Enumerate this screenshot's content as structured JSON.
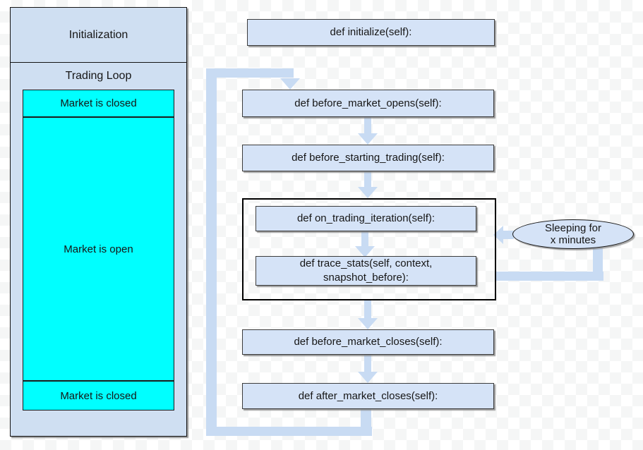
{
  "panel": {
    "title": "Initialization",
    "section_title": "Trading Loop",
    "states": [
      {
        "label": "Market is closed"
      },
      {
        "label": "Market is open"
      },
      {
        "label": "Market is closed"
      }
    ]
  },
  "flow": {
    "initialize_label": "def initialize(self):",
    "before_market_opens_label": "def before_market_opens(self):",
    "before_starting_trading_label": "def before_starting_trading(self):",
    "on_trading_iteration_label": "def on_trading_iteration(self):",
    "trace_stats_label": "def trace_stats(self, context, snapshot_before):",
    "before_market_closes_label": "def before_market_closes(self):",
    "after_market_closes_label": "def after_market_closes(self):",
    "sleep": {
      "line1": "Sleeping for",
      "line2": "x minutes"
    }
  },
  "colors": {
    "node-fill": "#D5E3F7",
    "panel-fill": "#CFDFF2",
    "state-fill": "#00FFFF",
    "arrow": "#C8DBF3",
    "node-border": "#3C3C3C",
    "container-border": "#000000",
    "text": "#161616"
  }
}
